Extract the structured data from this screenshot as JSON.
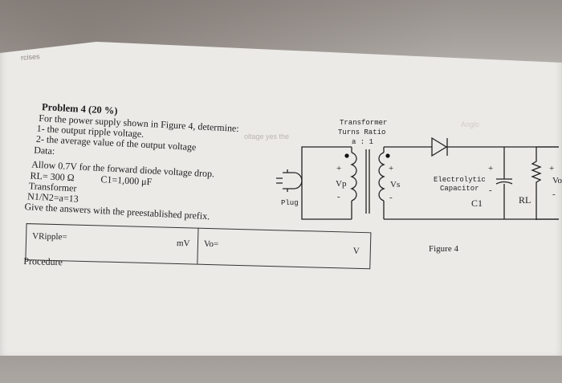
{
  "corner_tab": "rcises",
  "problem": {
    "title": "Problem 4 (20 %)",
    "intro": "For the power supply shown in Figure 4, determine:",
    "item1": "1-  the output ripple voltage.",
    "item2": "2-  the average value of the output voltage",
    "data_label": "Data:",
    "allow": "Allow 0.7V for the forward diode voltage drop.",
    "rl": "RL= 300 Ω",
    "c1": "C1=1,000 μF",
    "transformer": "Transformer",
    "ratio": "N1/N2=a=13",
    "give": "Give the answers with the preestablished prefix."
  },
  "answers": {
    "vripple_label": "VRipple=",
    "vripple_unit": "mV",
    "vo_label": "Vo=",
    "vo_unit": "V",
    "procedure": "Procedure"
  },
  "circuit": {
    "transformer_title": "Transformer",
    "turns_ratio": "Turns Ratio",
    "ratio_value": "a : 1",
    "plug": "Plug",
    "vp": "Vp",
    "vs": "Vs",
    "plus": "+",
    "minus": "-",
    "capacitor_label_1": "Electrolytic",
    "capacitor_label_2": "Capacitor",
    "c1": "C1",
    "rl": "RL",
    "vo_edge": "Vo",
    "figure_caption": "Figure 4"
  },
  "blurred": {
    "a": "oltage yes the",
    "b": "Anglo"
  }
}
